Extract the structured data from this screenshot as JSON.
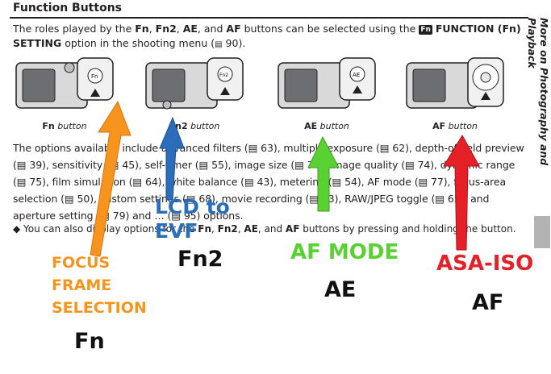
{
  "heading": "Function Buttons",
  "intro": {
    "p1": "The roles played by the ",
    "fn": "Fn",
    "c1": ", ",
    "fn2": "Fn2",
    "c2": ", ",
    "ae": "AE",
    "c3": ", and ",
    "af": "AF",
    "p2": " buttons can be selected using the ",
    "fn_glyph": "Fn",
    "option": "FUNCTION (Fn) SETTING",
    "p3": " option in the shooting menu (",
    "page": "90",
    "p4": ")."
  },
  "captions": [
    {
      "key": "Fn",
      "label": "button"
    },
    {
      "key": "Fn2",
      "label": "button"
    },
    {
      "key": "AE",
      "label": "button"
    },
    {
      "key": "AF",
      "label": "button"
    }
  ],
  "body_text": "The options available include advanced filters (▤ 63), multiple exposure (▤ 62), depth-of-field preview (▤ 39), sensitivity (▤ 45), self-timer (▤ 55), image size (▤ 74), image quality (▤ 74), dynamic range (▤ 75), film simulation (▤ 64), white balance (▤ 43), metering (▤ 54), AF mode (▤ 77), focus-area selection (▤ 50), custom settings (▤ 68), movie recording (▤ 33), RAW/JPEG toggle (▤ 65), and aperture setting (▤ 79) and … (▤ 95) options.",
  "note": {
    "bullet": "◆",
    "t1": " You can also display options for the ",
    "fn": "Fn",
    "c1": ", ",
    "fn2": "Fn2",
    "c2": ", ",
    "ae": "AE",
    "c3": ", and ",
    "af": "AF",
    "t2": " buttons by pressing and holding the button."
  },
  "side_tab": "More on Photography and Playback",
  "annotations": {
    "orange": [
      "FOCUS",
      "FRAME",
      "SELECTION"
    ],
    "orange_key": "Fn",
    "blue": [
      "LCD to",
      "EVF"
    ],
    "blue_key": "Fn2",
    "green": "AF MODE",
    "green_key": "AE",
    "red": "ASA-ISO",
    "red_key": "AF"
  },
  "colors": {
    "orange": "#f7941d",
    "blue": "#2a6ebb",
    "green": "#5ad132",
    "red": "#e52127"
  }
}
